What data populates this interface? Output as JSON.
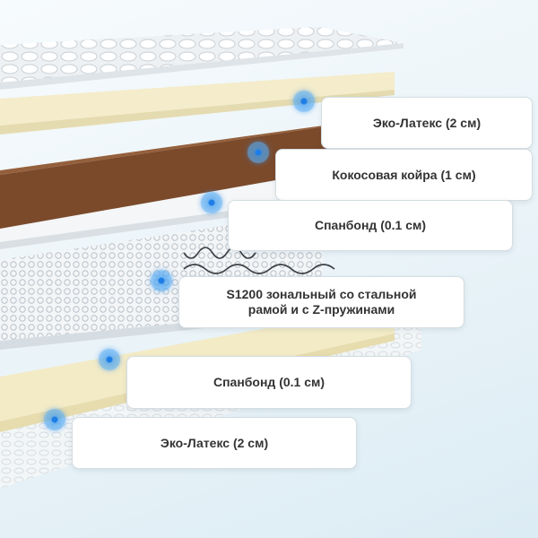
{
  "layers": [
    {
      "id": "eco-latex-top",
      "label": "Эко-Латекс (2 см)"
    },
    {
      "id": "coconut-coir",
      "label": "Кокосовая койра (1 см)"
    },
    {
      "id": "spunbond-top",
      "label": "Спанбонд (0.1 см)"
    },
    {
      "id": "spring-block",
      "label": "S1200 зональный со стальной\nрамой и с Z-пружинами"
    },
    {
      "id": "spunbond-bottom",
      "label": "Спанбонд (0.1 см)"
    },
    {
      "id": "eco-latex-bottom",
      "label": "Эко-Латекс (2 см)"
    }
  ],
  "colors": {
    "latex": "#f4ecca",
    "coir": "#7b4a2b",
    "spunbond": "#f2f4f5",
    "springs": "#c9d2d8",
    "marker": "#1f7ee6"
  },
  "icons": {
    "marker": "location-dot-icon"
  }
}
